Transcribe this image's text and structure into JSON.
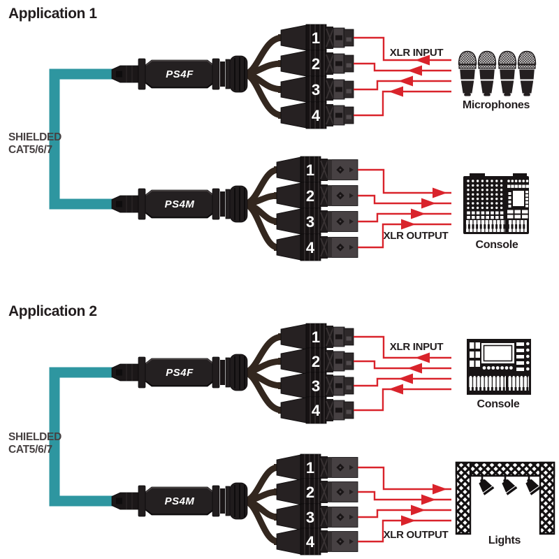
{
  "colors": {
    "signal_red": "#d9232b",
    "cat_cable_teal": "#2e96a0",
    "ink_black": "#221d1e",
    "cable_label_gray": "#474142",
    "device_black": "#181415"
  },
  "applications": [
    {
      "title": "Application 1",
      "cable_label": {
        "line1": "SHIELDED",
        "line2": "CAT5/6/7"
      },
      "top_adapter_label": "PS4F",
      "bottom_adapter_label": "PS4M",
      "top_signal_label": "XLR INPUT",
      "bottom_signal_label": "XLR OUTPUT",
      "top_device_label": "Microphones",
      "bottom_device_label": "Console",
      "top_channels": [
        "1",
        "2",
        "3",
        "4"
      ],
      "bottom_channels": [
        "1",
        "2",
        "3",
        "4"
      ]
    },
    {
      "title": "Application 2",
      "cable_label": {
        "line1": "SHIELDED",
        "line2": "CAT5/6/7"
      },
      "top_adapter_label": "PS4F",
      "bottom_adapter_label": "PS4M",
      "top_signal_label": "XLR INPUT",
      "bottom_signal_label": "XLR OUTPUT",
      "top_device_label": "Console",
      "bottom_device_label": "Lights",
      "top_channels": [
        "1",
        "2",
        "3",
        "4"
      ],
      "bottom_channels": [
        "1",
        "2",
        "3",
        "4"
      ]
    }
  ]
}
